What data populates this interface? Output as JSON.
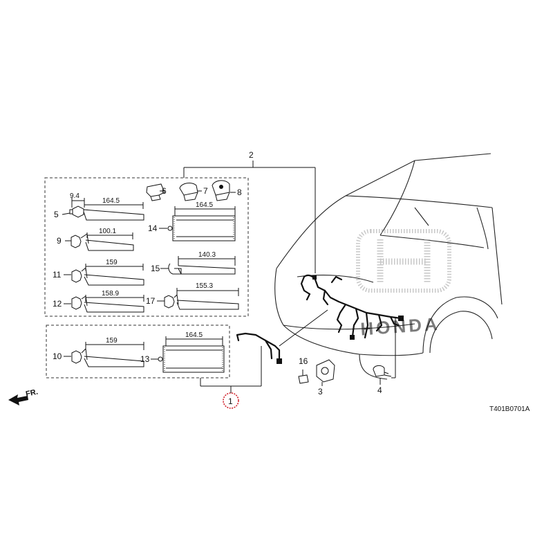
{
  "diagram_code": "T401B0701A",
  "front_indicator": "FR.",
  "callouts": {
    "c1": "1",
    "c2": "2",
    "c3": "3",
    "c4": "4",
    "c5": "5",
    "c6": "6",
    "c7": "7",
    "c8": "8",
    "c9": "9",
    "c10": "10",
    "c11": "11",
    "c12": "12",
    "c13": "13",
    "c14": "14",
    "c15": "15",
    "c16": "16",
    "c17": "17"
  },
  "dimensions": {
    "d5_small": "9.4",
    "d5": "164.5",
    "d9": "100.1",
    "d11": "159",
    "d12": "158.9",
    "d10": "159",
    "d14": "164.5",
    "d15": "140.3",
    "d17": "155.3",
    "d13": "164.5"
  },
  "colors": {
    "highlight_circle": "#d0202a",
    "line": "#111111"
  }
}
